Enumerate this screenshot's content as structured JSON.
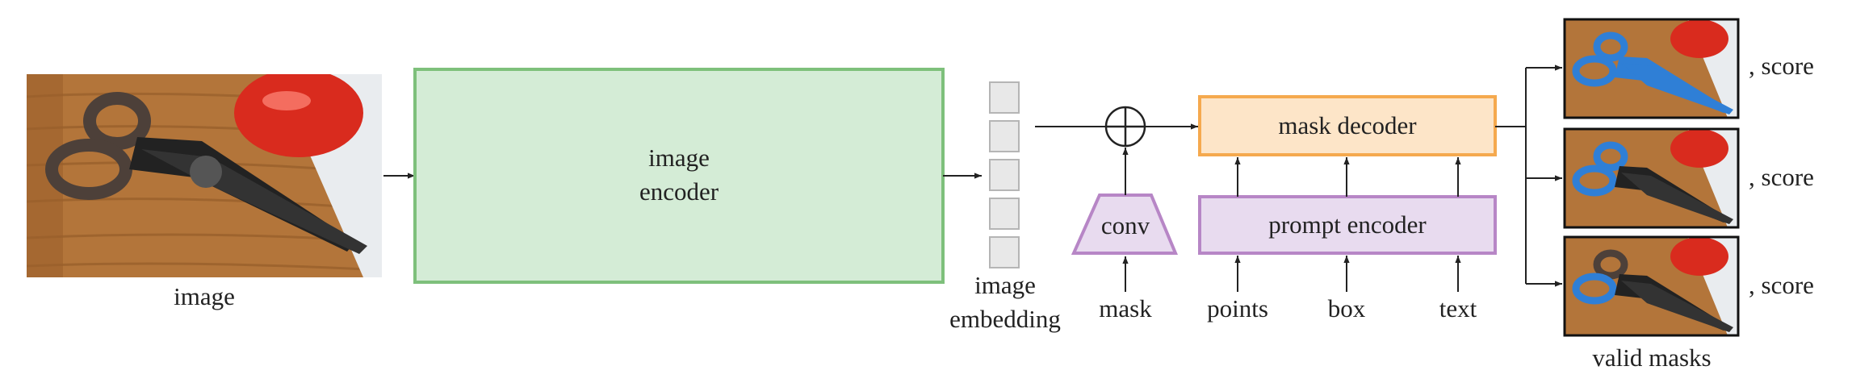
{
  "labels": {
    "image": "image",
    "image_encoder_line1": "image",
    "image_encoder_line2": "encoder",
    "image_embedding_line1": "image",
    "image_embedding_line2": "embedding",
    "conv": "conv",
    "mask": "mask",
    "mask_decoder": "mask decoder",
    "prompt_encoder": "prompt encoder",
    "points": "points",
    "box": "box",
    "text": "text",
    "score": ", score",
    "valid_masks": "valid masks"
  },
  "colors": {
    "encoder_fill": "#d4ecd6",
    "encoder_stroke": "#7ec07b",
    "decoder_fill": "#fde5c8",
    "decoder_stroke": "#f5a94e",
    "prompt_fill": "#e8dbef",
    "prompt_stroke": "#b786c6",
    "token_fill": "#e8e8e8",
    "token_stroke": "#b5b5b5",
    "line": "#222222",
    "wood": "#b3753a",
    "mask_blue": "#2f7fd6",
    "cap_red": "#d92b1e"
  },
  "masks": {
    "count": 3
  }
}
